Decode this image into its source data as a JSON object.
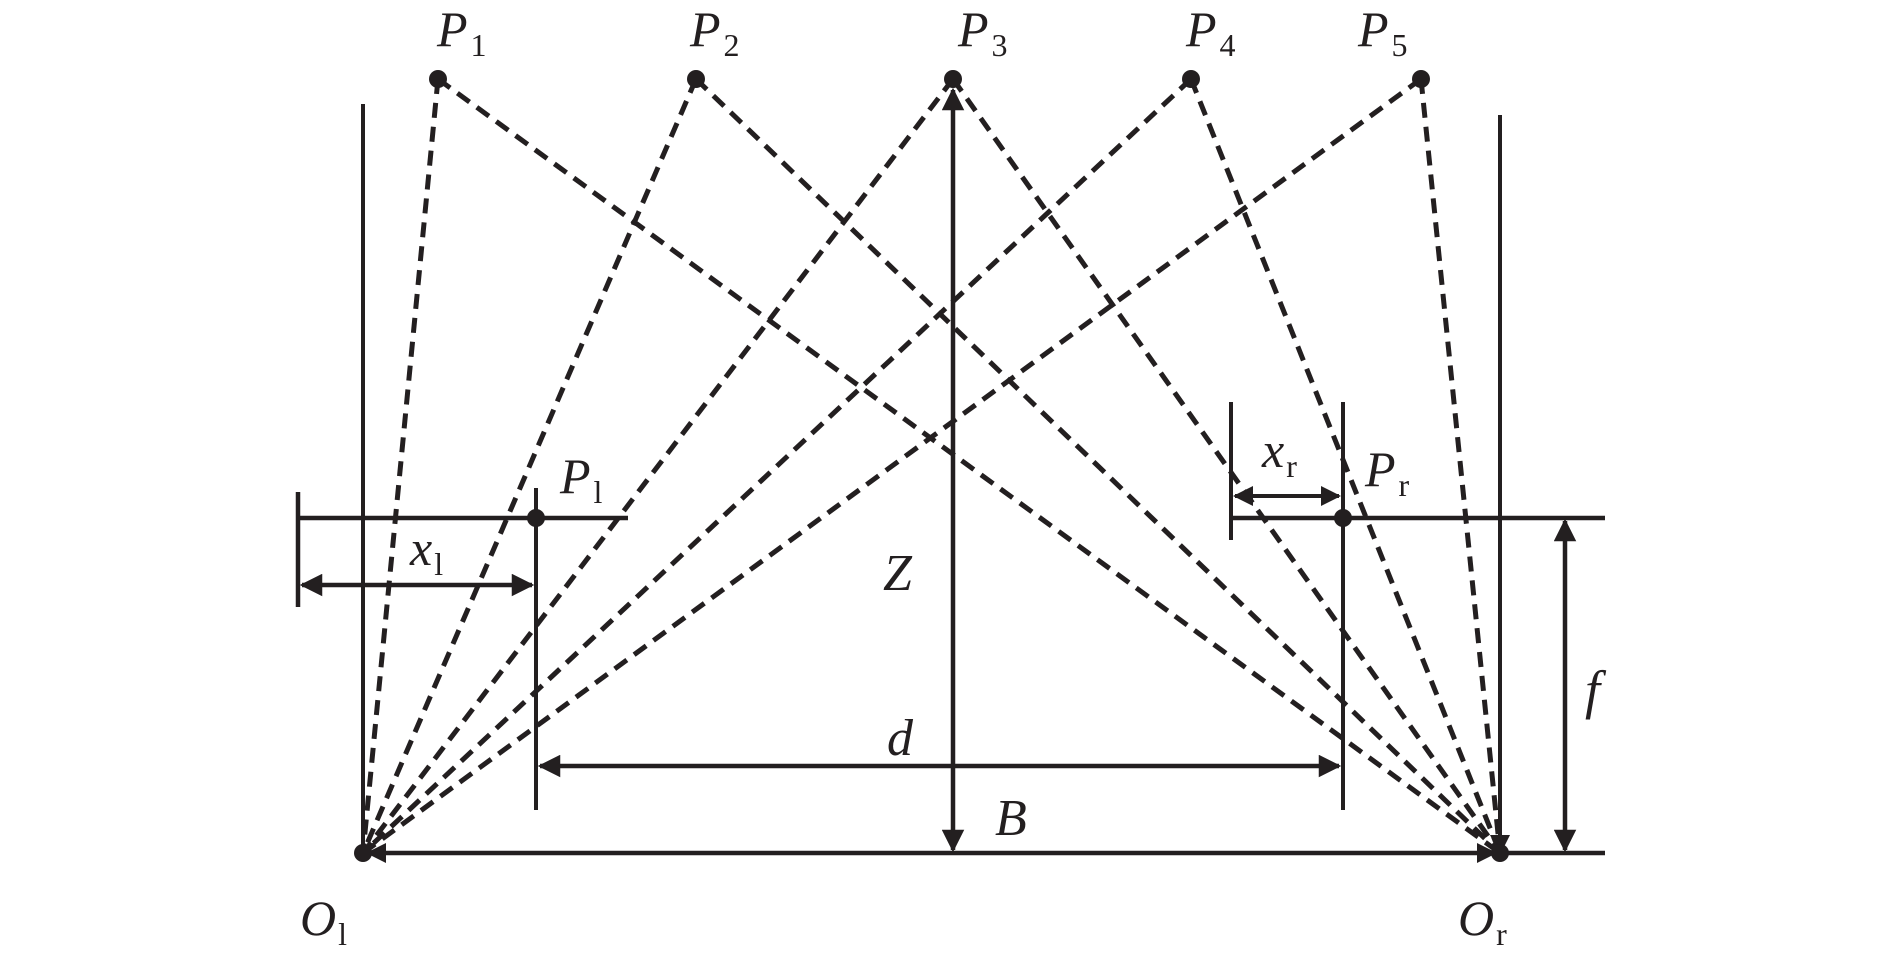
{
  "labels": {
    "P1_top": {
      "main": "P",
      "sub": "1"
    },
    "P2_top": {
      "main": "P",
      "sub": "2"
    },
    "P3_top": {
      "main": "P",
      "sub": "3"
    },
    "P4_top": {
      "main": "P",
      "sub": "4"
    },
    "P5_top": {
      "main": "P",
      "sub": "5"
    },
    "P_left": {
      "main": "P",
      "sub": "l"
    },
    "P_right": {
      "main": "P",
      "sub": "r"
    },
    "x_left": {
      "main": "x",
      "sub": "l"
    },
    "x_right": {
      "main": "x",
      "sub": "r"
    },
    "Z": "Z",
    "d": "d",
    "B": "B",
    "f": "f",
    "O_left": {
      "main": "O",
      "sub": "l"
    },
    "O_right": {
      "main": "O",
      "sub": "r"
    }
  },
  "colors": {
    "ink": "#231f20",
    "background": "#ffffff"
  }
}
